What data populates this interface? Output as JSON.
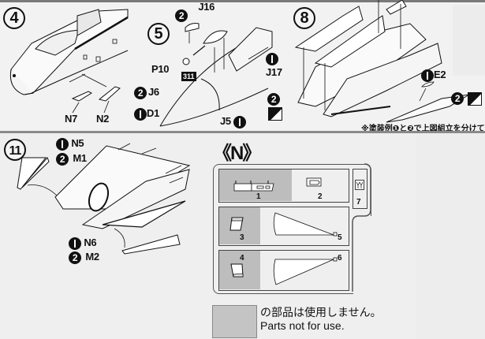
{
  "steps": {
    "step4": {
      "number": "4",
      "parts": [
        "N7",
        "N2"
      ]
    },
    "step5": {
      "number": "5",
      "labels": {
        "j16": "J16",
        "j17": "J17",
        "p10": "P10",
        "j6": "J6",
        "d1": "D1",
        "j5": "J5",
        "paint_code": "311"
      },
      "scheme_badges": {
        "j16": "2",
        "j17": "1",
        "j6": "2",
        "d1": "1",
        "j5": "1"
      }
    },
    "step8": {
      "number": "8",
      "labels": {
        "e2": "E2"
      },
      "scheme_badges": {
        "e2": "1",
        "paint": "2",
        "left_paint": "2"
      },
      "note": "※塗装例❶と❷で上図組立を分けてください"
    },
    "step11": {
      "number": "11",
      "labels": {
        "n5": "N5",
        "m1": "M1",
        "n6": "N6",
        "m2": "M2"
      },
      "scheme_badges": {
        "n5": "1",
        "m1": "2",
        "n6": "1",
        "m2": "2"
      }
    }
  },
  "parts_tree": {
    "title": "《N》",
    "parts": [
      "1",
      "2",
      "3",
      "4",
      "5",
      "6",
      "7"
    ],
    "unused_color": "#bdbdbd"
  },
  "legend": {
    "text_jp": "の部品は使用しません。",
    "text_en": "Parts not for use."
  }
}
